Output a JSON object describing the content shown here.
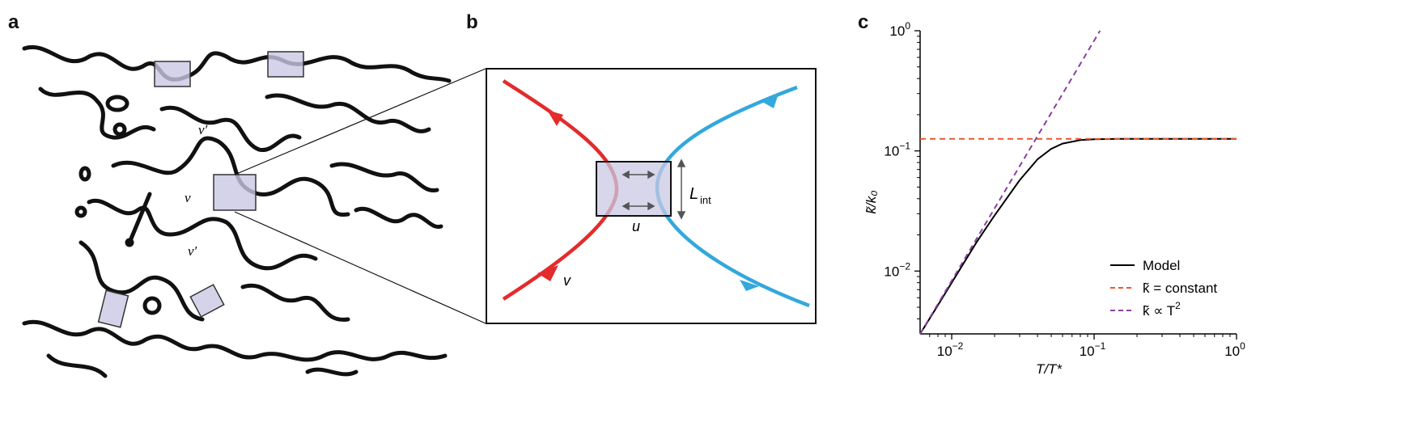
{
  "panels": {
    "a": {
      "letter": "a",
      "region_labels": [
        "ν′",
        "ν",
        "ν′"
      ]
    },
    "b": {
      "letter": "b",
      "label_u": "u",
      "label_v": "v",
      "label_L": "L",
      "label_L_sub": "int",
      "colors": {
        "red": "#e32b2b",
        "blue": "#33a8dc",
        "box": "#c9c8e3"
      }
    },
    "c": {
      "letter": "c",
      "legend": {
        "model": "Model",
        "constant_prefix": "k̃ = constant",
        "t2_prefix": "k̃ ∝ T",
        "t2_sup": "2"
      }
    }
  },
  "chart_data": {
    "type": "line",
    "xlabel": "T/T*",
    "ylabel": "k̃/k₀",
    "xscale": "log",
    "yscale": "log",
    "xlim": [
      0.006,
      1
    ],
    "ylim": [
      0.003,
      1
    ],
    "x_ticks": [
      {
        "value": 0.01,
        "base": "10",
        "exp": "−2"
      },
      {
        "value": 0.1,
        "base": "10",
        "exp": "−1"
      },
      {
        "value": 1,
        "base": "10",
        "exp": "0"
      }
    ],
    "y_ticks": [
      {
        "value": 0.01,
        "base": "10",
        "exp": "−2"
      },
      {
        "value": 0.1,
        "base": "10",
        "exp": "−1"
      },
      {
        "value": 1,
        "base": "10",
        "exp": "0"
      }
    ],
    "series": [
      {
        "name": "Model",
        "style": "solid",
        "color": "#000000",
        "x": [
          0.006,
          0.008,
          0.01,
          0.015,
          0.02,
          0.03,
          0.04,
          0.05,
          0.06,
          0.08,
          0.1,
          0.15,
          0.2,
          0.5,
          1
        ],
        "y": [
          0.003,
          0.0052,
          0.008,
          0.0175,
          0.029,
          0.057,
          0.085,
          0.104,
          0.115,
          0.123,
          0.125,
          0.126,
          0.126,
          0.126,
          0.126
        ]
      },
      {
        "name": "k̃ = constant",
        "style": "dashed",
        "color": "#e8582c",
        "x": [
          0.006,
          1
        ],
        "y": [
          0.126,
          0.126
        ]
      },
      {
        "name": "k̃ ∝ T²",
        "style": "dashed",
        "color": "#8a3fa0",
        "x": [
          0.006,
          0.11
        ],
        "y": [
          0.003,
          1.0
        ]
      }
    ],
    "legend_position": "lower-right",
    "grid": false
  }
}
